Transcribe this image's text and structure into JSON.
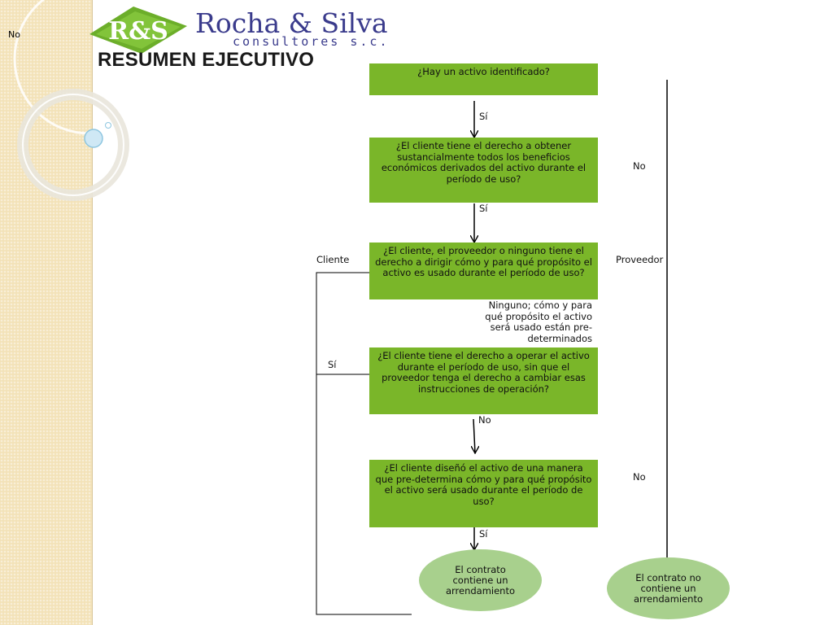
{
  "corner_label": "No",
  "logo": {
    "initials": "R&S",
    "name_line1": "Rocha & Silva",
    "name_line2": "consultores s.c."
  },
  "title": "RESUMEN EJECUTIVO",
  "colors": {
    "box_green": "#7ab629",
    "oval_green": "#a8d08d",
    "logo_blue": "#3a3b8c"
  },
  "flow": {
    "q1": "¿Hay un activo identificado?",
    "q2": "¿El cliente tiene el derecho a obtener sustancialmente todos los beneficios económicos derivados del activo durante el período de uso?",
    "q3": "¿El cliente, el proveedor o ninguno tiene el derecho a dirigir cómo y para qué propósito el activo es usado durante el período de uso?",
    "q4": "¿El cliente tiene el derecho a operar el activo durante el período de uso, sin que el proveedor tenga el derecho a cambiar esas instrucciones de operación?",
    "q5": "¿El cliente diseñó el activo de una manera que pre-determina cómo y para qué propósito el activo será usado durante el período de uso?",
    "yes1": "Sí",
    "yes2": "Sí",
    "no_right_1": "No",
    "cliente": "Cliente",
    "proveedor": "Proveedor",
    "ninguno": "Ninguno; cómo y para qué propósito el activo será usado están pre-determinados",
    "yes_left": "Sí",
    "no_mid": "No",
    "no_right_2": "No",
    "yes3": "Sí",
    "result_yes": "El contrato contiene un arrendamiento",
    "result_no": "El contrato no contiene un arrendamiento"
  }
}
